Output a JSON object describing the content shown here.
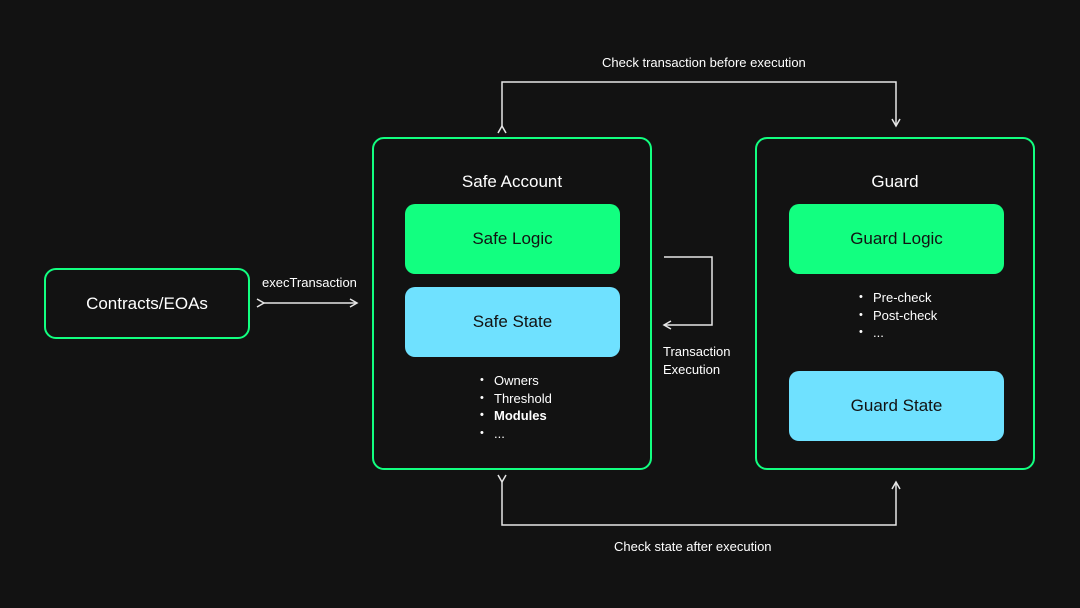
{
  "labels": {
    "top_arrow": "Check transaction before execution",
    "bottom_arrow": "Check state after execution",
    "exec_transaction": "execTransaction",
    "transaction_execution_line1": "Transaction",
    "transaction_execution_line2": "Execution"
  },
  "contracts_box": {
    "label": "Contracts/EOAs"
  },
  "safe_account": {
    "title": "Safe Account",
    "logic_label": "Safe Logic",
    "state_label": "Safe State",
    "state_items": [
      {
        "text": "Owners",
        "bold": false
      },
      {
        "text": "Threshold",
        "bold": false
      },
      {
        "text": "Modules",
        "bold": true
      },
      {
        "text": "...",
        "bold": false
      }
    ]
  },
  "guard": {
    "title": "Guard",
    "logic_label": "Guard Logic",
    "logic_items": [
      {
        "text": "Pre-check"
      },
      {
        "text": "Post-check"
      },
      {
        "text": "..."
      }
    ],
    "state_label": "Guard State"
  },
  "colors": {
    "background": "#121212",
    "accent_green": "#12ff80",
    "accent_blue": "#6fe1ff",
    "line": "#e6e6e6"
  }
}
